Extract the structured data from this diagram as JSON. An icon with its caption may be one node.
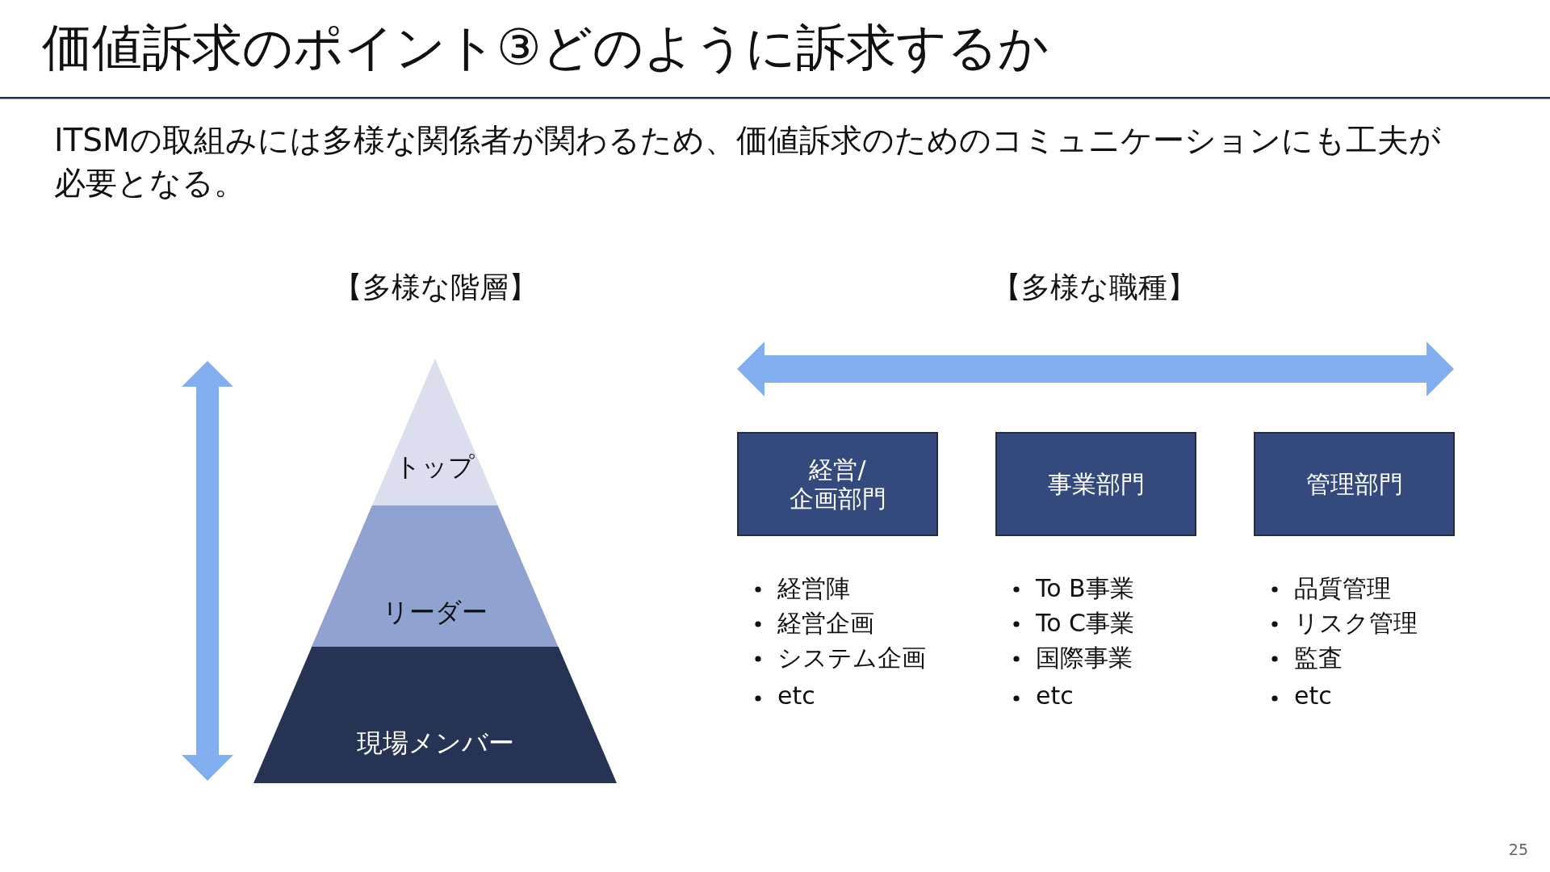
{
  "diagram": {
    "title": "価値訴求のポイント③どのように訴求するか",
    "nodes": [
      {
        "text": [
          "トップ"
        ]
      },
      {
        "text": [
          "リーダー"
        ]
      },
      {
        "text": [
          "現場メンバー"
        ]
      },
      {
        "text": [
          "経営/企画部門"
        ],
        "beside": [
          "経営陣",
          "経営企画",
          "システム企画",
          "etc"
        ]
      },
      {
        "text": [
          "事業部門"
        ],
        "beside": [
          "To B事業",
          "To C事業",
          "国際事業",
          "etc"
        ]
      },
      {
        "text": [
          "管理部門"
        ],
        "beside": [
          "品質管理",
          "リスク管理",
          "監査",
          "etc"
        ]
      }
    ],
    "labels": [
      "ITSMの取組みには多様な関係者が関わるため、価値訴求のためのコミュニケーションにも工夫が必要となる。",
      "【多様な階層】",
      "【多様な職種】",
      "25"
    ]
  }
}
